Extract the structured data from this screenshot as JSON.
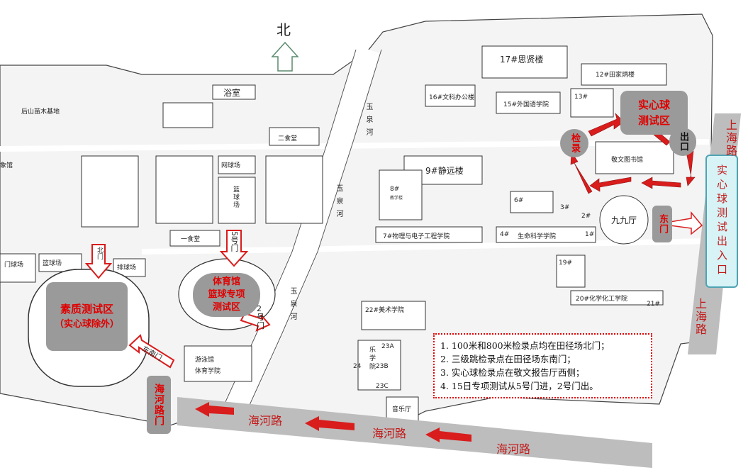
{
  "north": {
    "label": "北"
  },
  "zones": {
    "quality": {
      "line1": "素质测试区",
      "line2": "（实心球除外）"
    },
    "gym": {
      "line1": "体育馆",
      "line2": "篮球专项",
      "line3": "测试区"
    },
    "shotput": {
      "line1": "实心球",
      "line2": "测试区"
    }
  },
  "markers": {
    "check": "检录",
    "exit": "出口",
    "east_gate": "东门",
    "haihe_gate": "海河路门",
    "shot_entrance": "实心球测试出入口",
    "gate5": "5号门",
    "gate2": "2号门",
    "north_gate": "北门",
    "south_east_gate": "东南门"
  },
  "roads": {
    "haihe_1": "海河路",
    "haihe_2": "海河路",
    "haihe_3": "海河路",
    "shanghai_1": "上海路",
    "shanghai_2": "上海路",
    "yuquan_1": "玉泉河",
    "yuquan_2": "玉泉河",
    "yuquan_3": "玉泉河"
  },
  "buildings": {
    "siyuan": "17#思贤楼",
    "tianjia": "12#田家炳楼",
    "wenke": "16#文科办公楼",
    "waiguoyu": "15#外国语学院",
    "b13": "13#",
    "jingyuan": "9#静远楼",
    "b8": "8#",
    "jiaoxue": "教学楼",
    "wuli": "7#物理与电子工程学院",
    "smkx": "生命科学学院",
    "b6": "6#",
    "b3": "3#",
    "b2": "2#",
    "b1": "1#",
    "b4": "4#",
    "b19": "19#",
    "huaxue": "20#化学化工学院",
    "b21": "21#",
    "meishu": "22#美术学院",
    "library": "敬文图书馆",
    "jiujiu": "九九厅",
    "yushi": "浴室",
    "erzhitang": "二食堂",
    "yishitang": "一食堂",
    "wangqiu": "网球场",
    "lanqiu": "篮球场",
    "menqiu": "门球场",
    "lanqiu2": "篮球场",
    "paiqiu": "排球场",
    "youyong": "游泳馆",
    "tiyu_xy": "体育学院",
    "jidi": "后山苗木基地",
    "xiangguan": "象馆",
    "yinyue": "音乐厅",
    "b23a": "23A",
    "b23b": "23B",
    "b23c": "23C",
    "b24": "24",
    "lexue": "乐学院"
  },
  "notes": [
    "1. 100米和800米检录点均在田径场北门；",
    "2. 三级跳检录点在田径场东南门；",
    "3. 实心球检录点在敬文报告厅西侧；",
    "4. 15日专项测试从5号门进，2号门出。"
  ],
  "colors": {
    "zone_fill": "#9a9a9a",
    "zone_text": "#e00000",
    "arrow_red": "#d91c1c",
    "entrance_fill": "#d7f3f6",
    "entrance_border": "#4fa3b3",
    "road_gray": "#bdbdbd"
  }
}
